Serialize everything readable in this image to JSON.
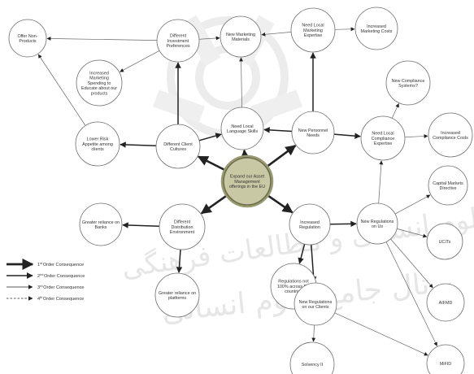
{
  "nodes": [
    {
      "id": "offer",
      "lines": [
        "Offer Non-",
        "Products"
      ]
    },
    {
      "id": "diff_inv",
      "lines": [
        "Different",
        "Investment",
        "Preferences"
      ]
    },
    {
      "id": "new_mkt",
      "lines": [
        "New Marketing",
        "Materials"
      ]
    },
    {
      "id": "need_mkt",
      "lines": [
        "Need Local",
        "Marketing",
        "Expertise"
      ]
    },
    {
      "id": "inc_mkt_costs",
      "lines": [
        "Increased",
        "Marketing Costs"
      ]
    },
    {
      "id": "inc_spend",
      "lines": [
        "Increased",
        "Marketing",
        "Spending to",
        "Educate about our",
        "products"
      ]
    },
    {
      "id": "new_compl_sys",
      "lines": [
        "New Compliance",
        "Systems?"
      ]
    },
    {
      "id": "lower_risk",
      "lines": [
        "Lower Risk",
        "Appetite among",
        "clients"
      ]
    },
    {
      "id": "diff_client",
      "lines": [
        "Different Client",
        "Cultures"
      ]
    },
    {
      "id": "need_lang",
      "lines": [
        "Need Local",
        "Language Skills"
      ]
    },
    {
      "id": "new_personnel",
      "lines": [
        "New Personnel",
        "Needs"
      ]
    },
    {
      "id": "need_compl",
      "lines": [
        "Need Local",
        "Compliance",
        "Expertise"
      ]
    },
    {
      "id": "inc_compl_costs",
      "lines": [
        "Increased",
        "Compliance Costs"
      ]
    },
    {
      "id": "center",
      "lines": [
        "Expand our Asset",
        "Management",
        "offerings in the EU"
      ]
    },
    {
      "id": "cap_mkts",
      "lines": [
        "Capital Markets",
        "Directive"
      ]
    },
    {
      "id": "banks",
      "lines": [
        "Greater reliance on",
        "Banks"
      ]
    },
    {
      "id": "diff_dist",
      "lines": [
        "Different",
        "Distribution",
        "Environment"
      ]
    },
    {
      "id": "inc_reg",
      "lines": [
        "Increased",
        "Regulation"
      ]
    },
    {
      "id": "new_reg_us",
      "lines": [
        "New Regulations",
        "on Us"
      ]
    },
    {
      "id": "ucits",
      "lines": [
        "UCITs"
      ]
    },
    {
      "id": "reg_not",
      "lines": [
        "Regulations not",
        "100% across EU",
        "countries"
      ]
    },
    {
      "id": "platforms",
      "lines": [
        "Greater reliance on",
        "platforms"
      ]
    },
    {
      "id": "new_reg_clients",
      "lines": [
        "New Regulations",
        "on our Clients"
      ]
    },
    {
      "id": "aifmd",
      "lines": [
        "AIFMD"
      ]
    },
    {
      "id": "mifid",
      "lines": [
        "MiFID"
      ]
    },
    {
      "id": "solvency",
      "lines": [
        "Solvency II"
      ]
    }
  ],
  "legend": [
    {
      "number": "1",
      "suffix": "st",
      "text": "Order Consequence",
      "style": "thick"
    },
    {
      "number": "2",
      "suffix": "nd",
      "text": "Order Consequence",
      "style": "medium"
    },
    {
      "number": "3",
      "suffix": "rd",
      "text": "Order Consequence",
      "style": "thin"
    },
    {
      "number": "4",
      "suffix": "th",
      "text": "Order Consequence",
      "style": "dashed"
    }
  ],
  "colors": {
    "node_fill": "#ffffff",
    "node_stroke": "#6e6e6e",
    "center_fill": "#c8c8a4",
    "center_stroke": "#6b6b48",
    "arrow": "#222222",
    "text": "#333333"
  }
}
